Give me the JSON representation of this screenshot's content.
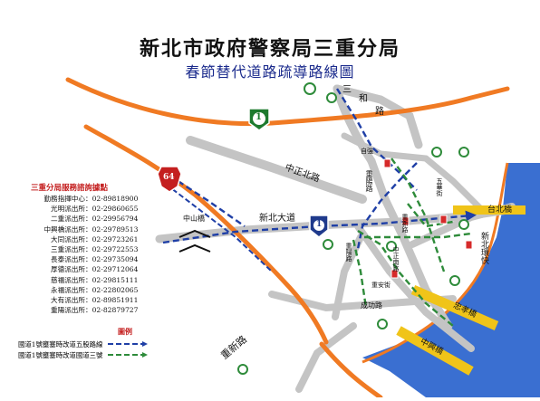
{
  "header": {
    "title": "新北市政府警察局三重分局",
    "subtitle": "春節替代道路疏導路線圖"
  },
  "road_labels": {
    "sanhe_1": "三",
    "sanhe_2": "和",
    "sanhe_3": "路",
    "zizhen": "自強",
    "zhengyi_north": "中正北路",
    "chongyang": "重陽路",
    "wuhua": "五華街",
    "chongxin_small": "重新路",
    "zhongshan_bridge": "中山橋",
    "xinbei_blvd": "新北大道",
    "taipei_bridge": "台北橋",
    "xinbei_huanbin": "新北環快",
    "chongyang_lower": "重陽路",
    "zhongzheng_south": "中正南路",
    "chongan": "重安街",
    "chenggong": "成功路",
    "zhongxing_bridge": "忠孝橋",
    "zhongxing2_bridge": "中興橋",
    "chongxin": "重新路"
  },
  "highway_shields": {
    "route64": "64",
    "national1_top": "1",
    "national1_mid": "1"
  },
  "service_points": {
    "heading": "三重分局服務諮詢據點",
    "items": [
      {
        "name": "勤務指揮中心",
        "phone": "02-89818900"
      },
      {
        "name": "光明派出所",
        "phone": "02-29860655"
      },
      {
        "name": "二重派出所",
        "phone": "02-29956794"
      },
      {
        "name": "中興橋派出所",
        "phone": "02-29789513"
      },
      {
        "name": "大同派出所",
        "phone": "02-29723261"
      },
      {
        "name": "三重派出所",
        "phone": "02-29722553"
      },
      {
        "name": "長泰派出所",
        "phone": "02-29735094"
      },
      {
        "name": "厚德派出所",
        "phone": "02-29712064"
      },
      {
        "name": "慈福派出所",
        "phone": "02-29815111"
      },
      {
        "name": "永福派出所",
        "phone": "02-22802065"
      },
      {
        "name": "大有派出所",
        "phone": "02-89851911"
      },
      {
        "name": "重陽派出所",
        "phone": "02-82879727"
      }
    ]
  },
  "legend": {
    "heading": "圖例",
    "items": [
      {
        "label": "國道1號壅塞時改道五股路線",
        "color": "#1f3fa6"
      },
      {
        "label": "國道1號壅塞時改道國道三號",
        "color": "#2e8b3a"
      }
    ]
  },
  "colors": {
    "highway": "#f07a23",
    "road": "#bdbdbd",
    "river": "#3a6fd1",
    "bridge": "#f0c419",
    "route_blue": "#1f3fa6",
    "route_green": "#2e8b3a"
  },
  "icons": [
    "police-station-icon",
    "police-badge-icon"
  ]
}
